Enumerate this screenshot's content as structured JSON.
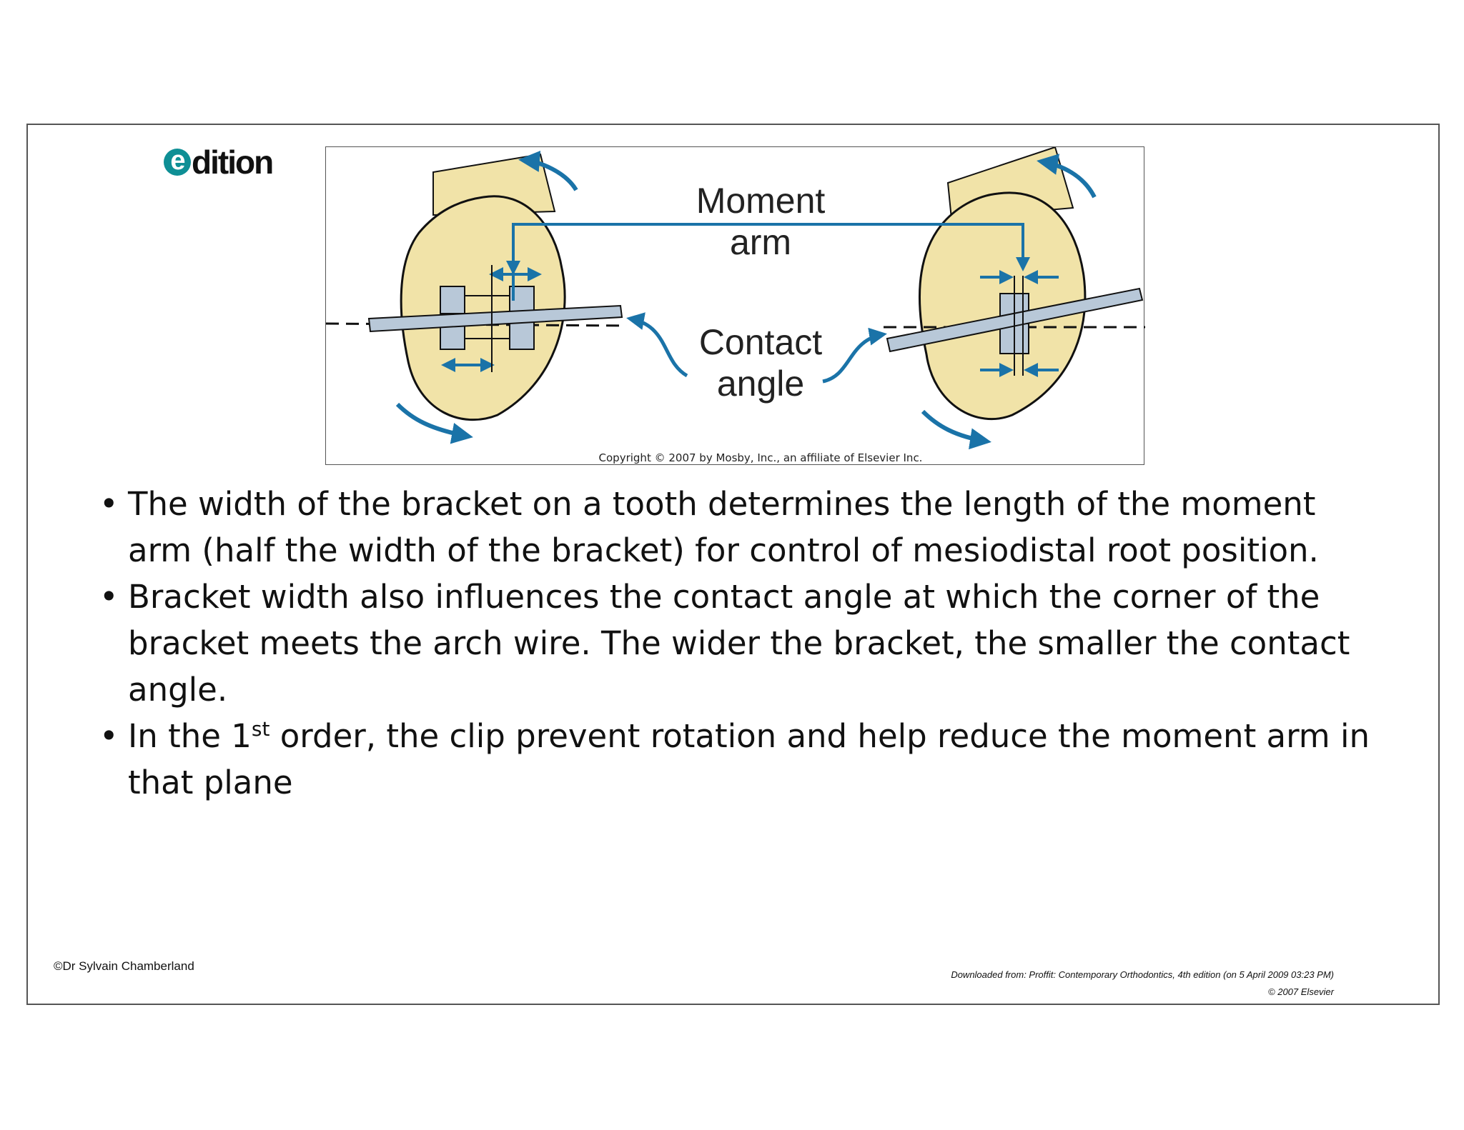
{
  "logo": {
    "letter": "e",
    "rest": "dition"
  },
  "figure": {
    "label_moment": "Moment",
    "label_arm": "arm",
    "label_contact": "Contact",
    "label_angle": "angle",
    "copyright": "Copyright © 2007 by Mosby, Inc., an affiliate of Elsevier Inc.",
    "colors": {
      "tooth": "#f1e3a8",
      "arrow": "#1a73a8",
      "bracket": "#b8c8d8",
      "outline": "#111111"
    }
  },
  "bullets": [
    {
      "text": "The width of the bracket on a tooth determines the length of the moment arm (half the width of the bracket) for control of mesiodistal root position."
    },
    {
      "text": "Bracket width also influences the contact angle at which the corner of the bracket meets the arch wire. The wider the bracket, the smaller the contact angle."
    },
    {
      "pre": "In the 1",
      "sup": "st",
      "post": " order, the clip prevent rotation and help reduce the moment arm in that plane"
    }
  ],
  "bullet_glyph": "•",
  "footer": {
    "author": "©Dr Sylvain Chamberland",
    "source": "Downloaded from: Proffit: Contemporary Orthodontics, 4th edition (on 5 April 2009 03:23 PM)",
    "rights": "© 2007 Elsevier"
  }
}
